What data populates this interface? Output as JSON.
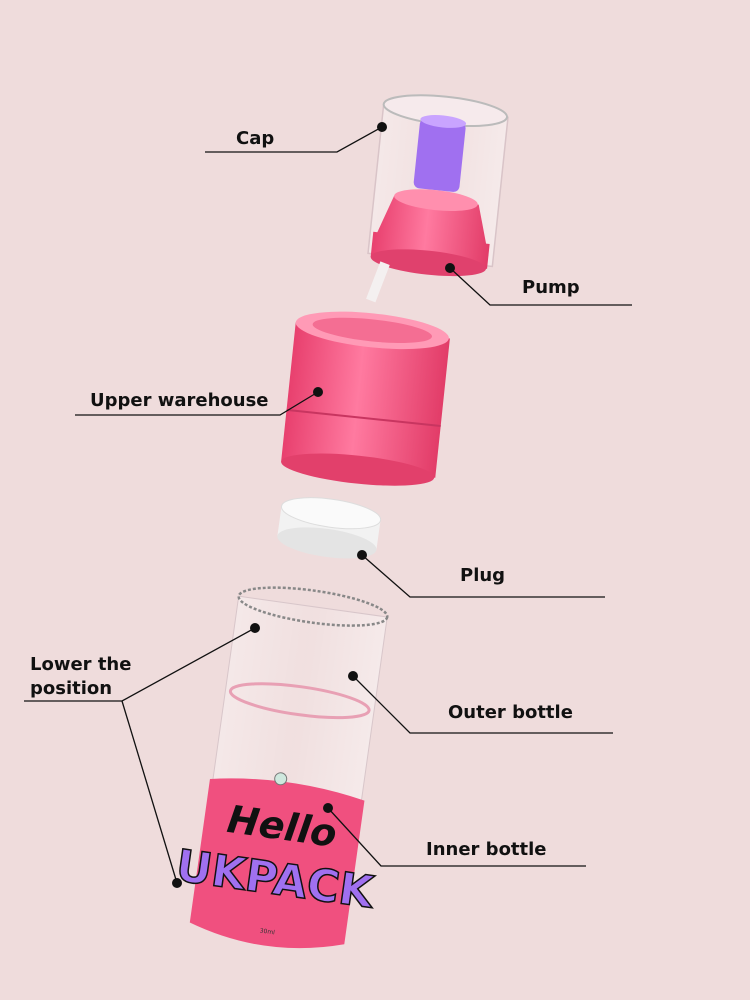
{
  "labels": {
    "cap": "Cap",
    "pump": "Pump",
    "upper_warehouse": "Upper warehouse",
    "plug": "Plug",
    "lower_position_line1": "Lower the",
    "lower_position_line2": "position",
    "outer_bottle": "Outer bottle",
    "inner_bottle": "Inner bottle"
  },
  "bottle_print": {
    "hello": "Hello",
    "brand": "UKPACK",
    "volume": "30ml"
  },
  "colors": {
    "background": "#efdcdc",
    "pink": "#f0507f",
    "purple": "#a070f0",
    "white": "#f7f7f7",
    "line": "#111111"
  }
}
